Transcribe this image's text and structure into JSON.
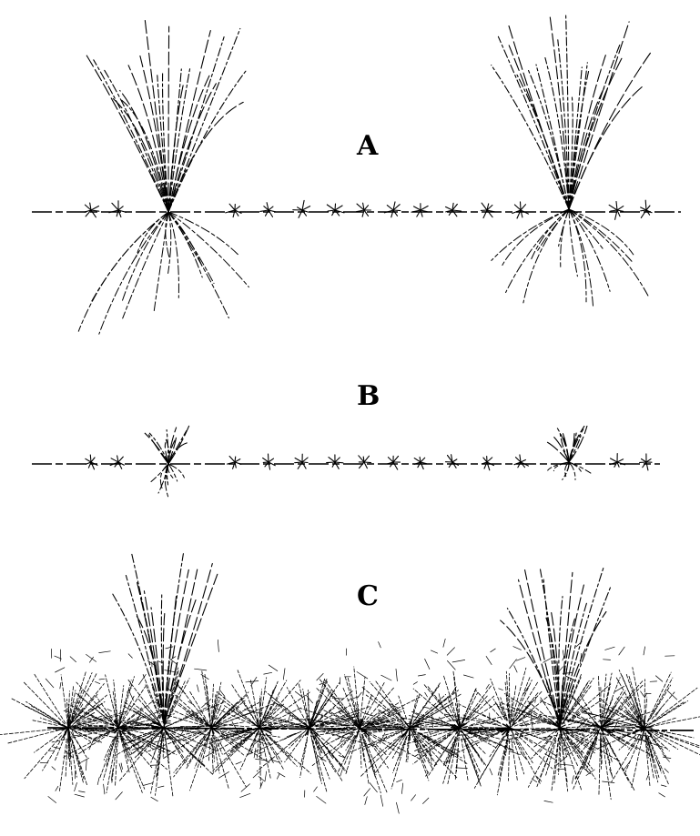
{
  "figure": {
    "panels": [
      {
        "id": "A",
        "label": "A"
      },
      {
        "id": "B",
        "label": "B"
      },
      {
        "id": "C",
        "label": "C"
      }
    ],
    "colors": {
      "ink": "#000000",
      "paper": "#ffffff"
    }
  }
}
